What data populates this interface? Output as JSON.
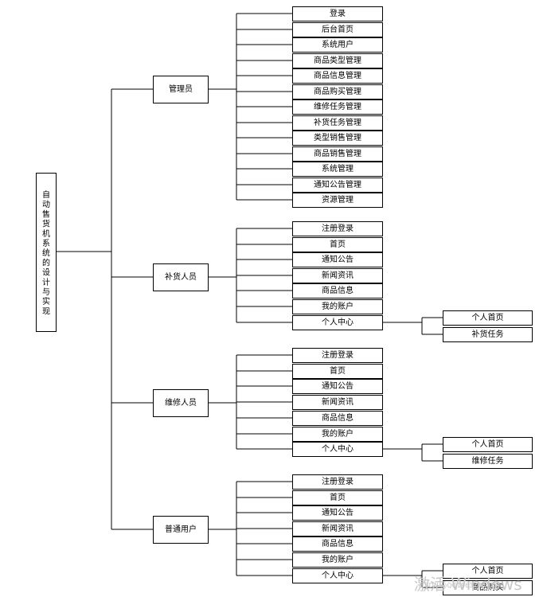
{
  "root": {
    "label": "自动售货机系统的设计与实现"
  },
  "roles": [
    {
      "label": "管理员",
      "items": [
        "登录",
        "后台首页",
        "系统用户",
        "商品类型管理",
        "商品信息管理",
        "商品购买管理",
        "维修任务管理",
        "补货任务管理",
        "类型销售管理",
        "商品销售管理",
        "系统管理",
        "通知公告管理",
        "资源管理"
      ],
      "sub_of": null,
      "sub_items": []
    },
    {
      "label": "补货人员",
      "items": [
        "注册登录",
        "首页",
        "通知公告",
        "新闻资讯",
        "商品信息",
        "我的账户",
        "个人中心"
      ],
      "sub_of": "个人中心",
      "sub_items": [
        "个人首页",
        "补货任务"
      ]
    },
    {
      "label": "维修人员",
      "items": [
        "注册登录",
        "首页",
        "通知公告",
        "新闻资讯",
        "商品信息",
        "我的账户",
        "个人中心"
      ],
      "sub_of": "个人中心",
      "sub_items": [
        "个人首页",
        "维修任务"
      ]
    },
    {
      "label": "普通用户",
      "items": [
        "注册登录",
        "首页",
        "通知公告",
        "新闻资讯",
        "商品信息",
        "我的账户",
        "个人中心"
      ],
      "sub_of": "个人中心",
      "sub_items": [
        "个人首页",
        "商品购买"
      ]
    }
  ],
  "watermark": {
    "text": "激活 Windows",
    "credit": "CSDN @QQ1963288475"
  },
  "colors": {
    "line": "#000000",
    "box_fill": "#ffffff",
    "box_stroke": "#000000",
    "text": "#000000"
  }
}
